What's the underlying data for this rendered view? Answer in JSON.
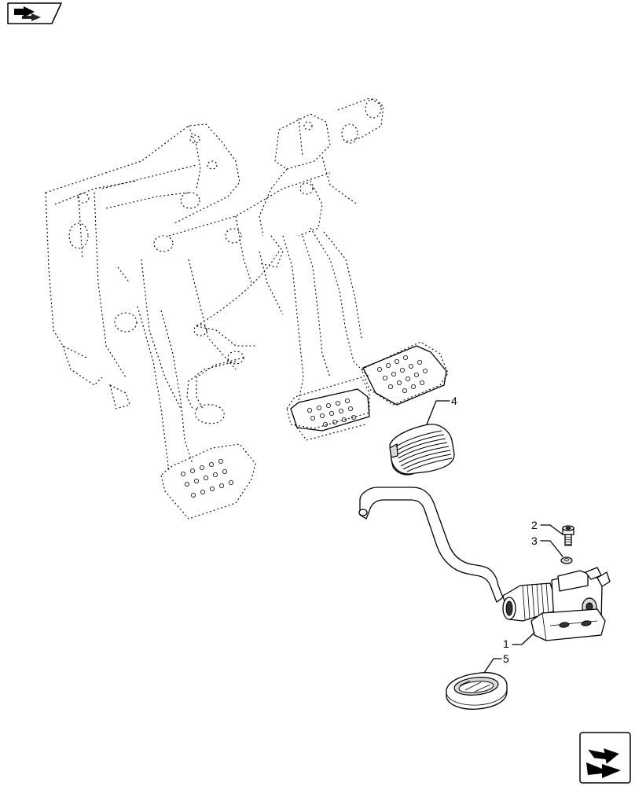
{
  "callouts": [
    {
      "id": "1",
      "label": "1"
    },
    {
      "id": "2",
      "label": "2"
    },
    {
      "id": "3",
      "label": "3"
    },
    {
      "id": "4",
      "label": "4"
    },
    {
      "id": "5",
      "label": "5"
    }
  ],
  "icons": {
    "top_left": "previous-page-arrow-icon",
    "bottom_right": "next-page-arrow-icon"
  }
}
